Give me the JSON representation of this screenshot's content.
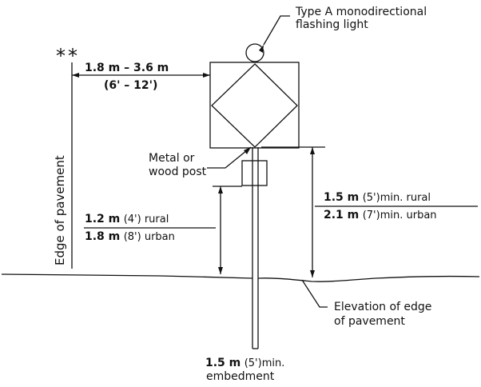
{
  "labels": {
    "light_line1": "Type A monodirectional",
    "light_line2": "flashing light",
    "stars": "**",
    "offset_metric": "1.8 m – 3.6 m",
    "offset_imperial": "(6' – 12')",
    "edge_of_pavement": "Edge of pavement",
    "post_line1": "Metal or",
    "post_line2": "wood post",
    "left_h1_value": "1.2 m",
    "left_h1_note": "(4') rural",
    "left_h2_value": "1.8 m",
    "left_h2_note": "(8') urban",
    "right_h1_value": "1.5 m",
    "right_h1_note": "(5')min. rural",
    "right_h2_value": "2.1 m",
    "right_h2_note": "(7')min. urban",
    "elev_line1": "Elevation of edge",
    "elev_line2": "of pavement",
    "embed_value": "1.5 m",
    "embed_note": "(5')min.",
    "embed_line2": "embedment"
  }
}
